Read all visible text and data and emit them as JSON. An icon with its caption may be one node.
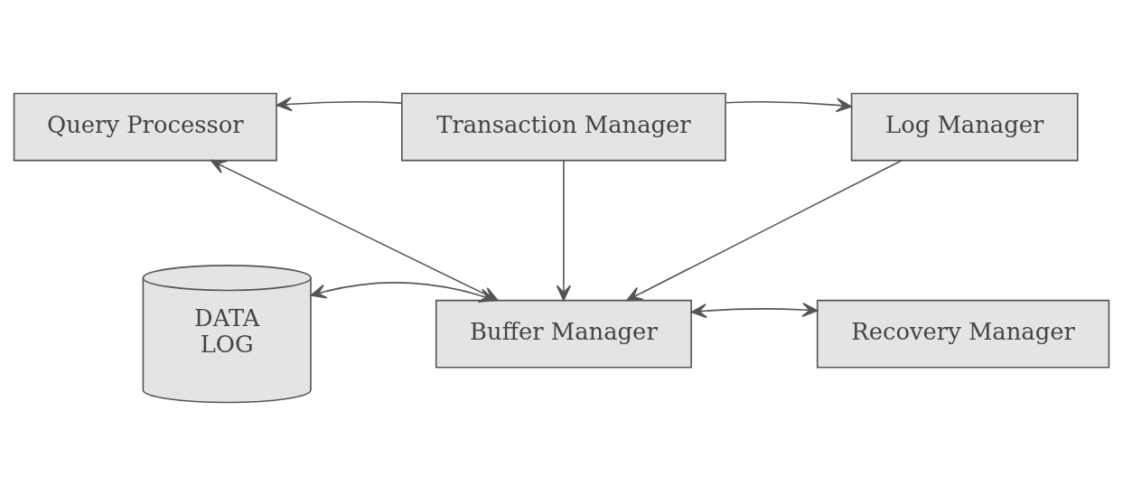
{
  "diagram": {
    "nodes": [
      {
        "text": [
          "Query Processor"
        ]
      },
      {
        "text": [
          "Transaction Manager"
        ]
      },
      {
        "text": [
          "Log Manager"
        ]
      },
      {
        "text": [
          "Buffer Manager"
        ]
      },
      {
        "text": [
          "Recovery Manager"
        ]
      },
      {
        "text": [
          "DATA",
          "LOG"
        ]
      }
    ],
    "edges": [
      {
        "from": 1,
        "to": 0,
        "arrow": "to"
      },
      {
        "from": 1,
        "to": 2,
        "arrow": "to"
      },
      {
        "from": 0,
        "to": 3,
        "arrow": "both"
      },
      {
        "from": 1,
        "to": 3,
        "arrow": "to"
      },
      {
        "from": 2,
        "to": 3,
        "arrow": "to"
      },
      {
        "from": 5,
        "to": 3,
        "arrow": "both"
      },
      {
        "from": 3,
        "to": 4,
        "arrow": "both"
      }
    ]
  }
}
